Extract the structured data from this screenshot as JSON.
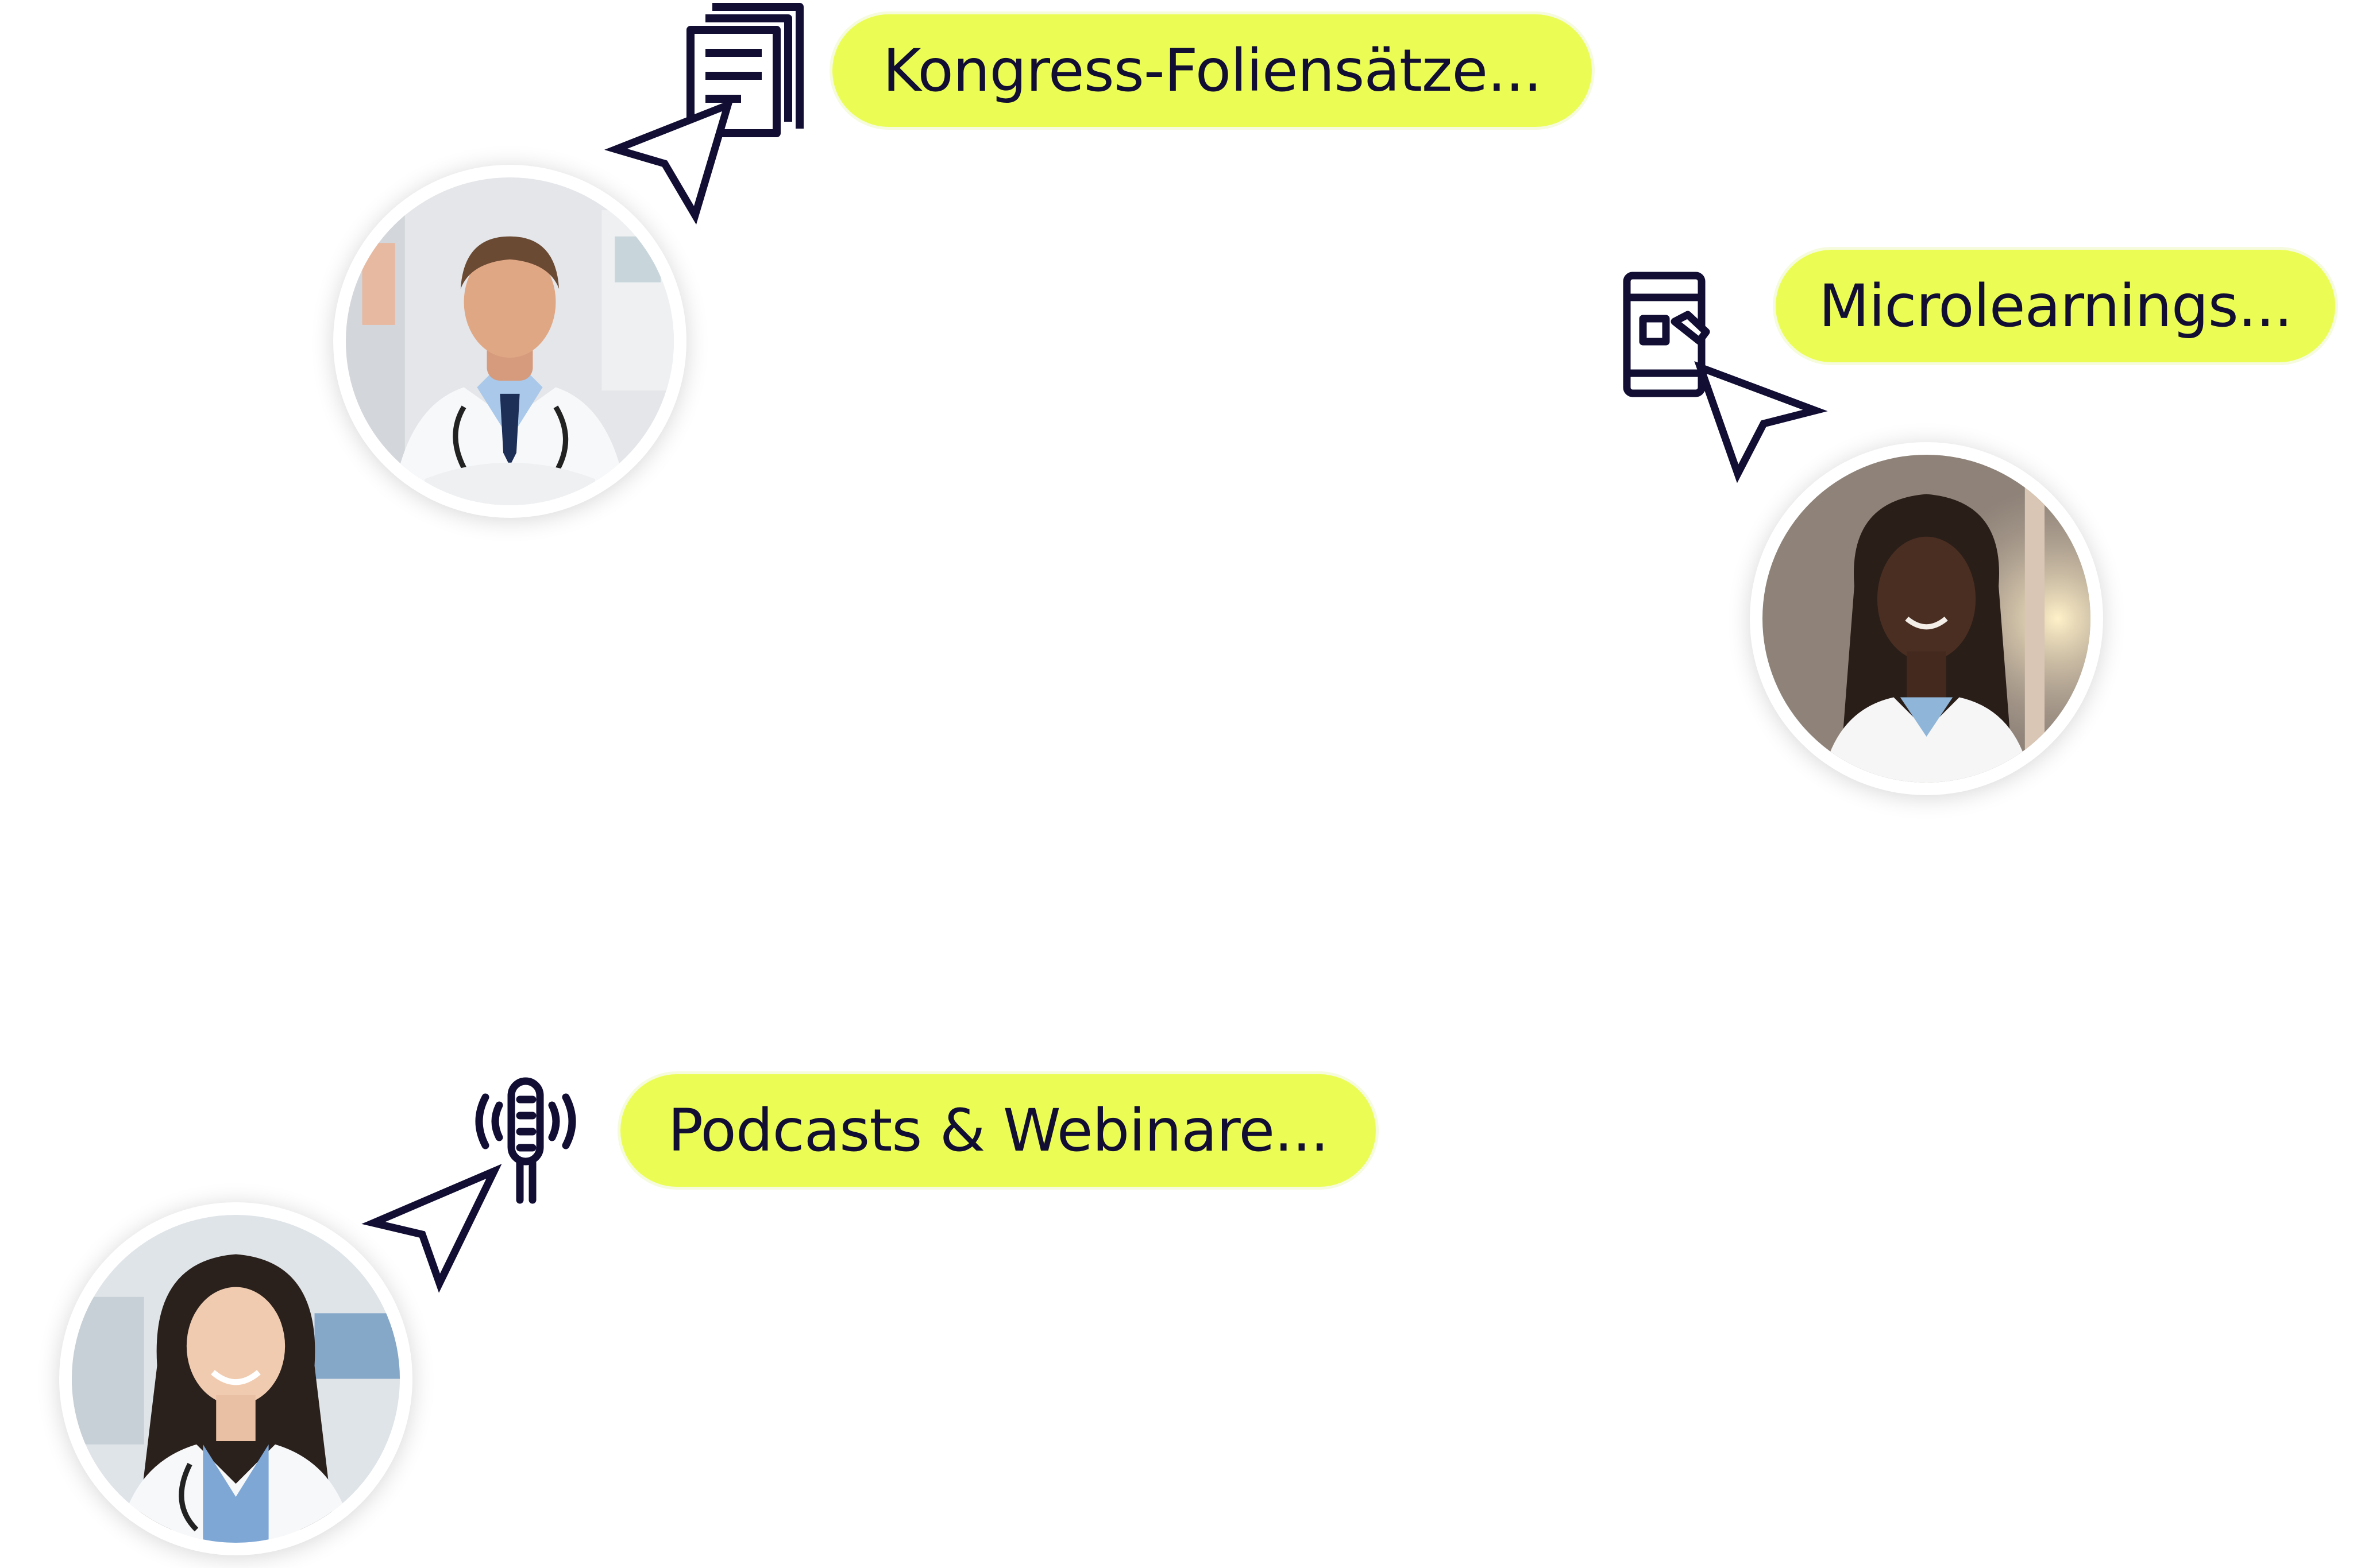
{
  "bubbles": {
    "congress_slides": "Kongress-Foliensätze...",
    "microlearnings": "Microlearnings...",
    "podcasts_webinars": "Podcasts & Webinare..."
  },
  "colors": {
    "pill_background": "#ebfd55",
    "icon_stroke": "#110d33"
  },
  "icons": {
    "congress": "documents-stack-icon",
    "microlearning": "mobile-phone-tap-icon",
    "podcast": "microphone-broadcast-icon",
    "pointer": "cursor-arrow-icon"
  }
}
